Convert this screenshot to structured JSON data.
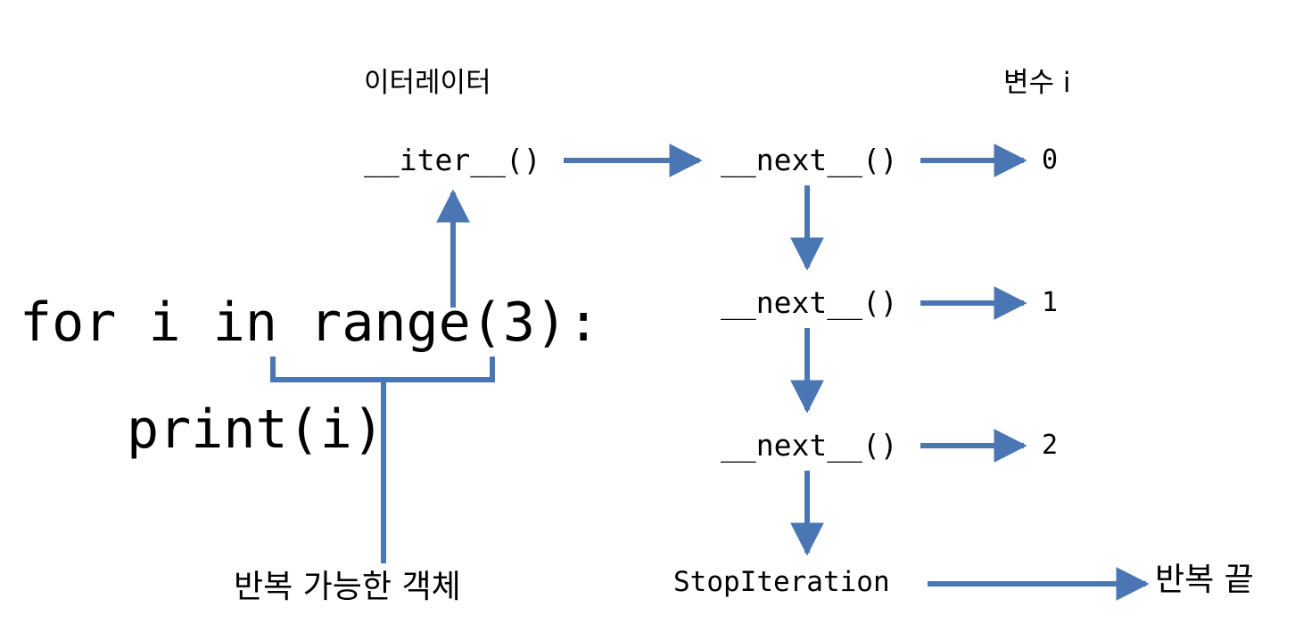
{
  "diagram": {
    "title": "Python for-loop iterator protocol diagram",
    "background_color": "#ffffff",
    "arrow_color": "#4a77b4",
    "text_color": "#000000",
    "headers": {
      "iterator": "이터레이터",
      "variable_i": "변수 i"
    },
    "code": {
      "line1": "for i in range(3):",
      "line2": "    print(i)",
      "line2_text": "print(i)",
      "iterable_caption": "반복 가능한 객체"
    },
    "calls": {
      "iter": "__iter__()",
      "next1": "__next__()",
      "next2": "__next__()",
      "next3": "__next__()",
      "stop": "StopIteration"
    },
    "values": {
      "v0": "0",
      "v1": "1",
      "v2": "2",
      "end": "반복 끝"
    },
    "flow": [
      {
        "from": "반복 가능한 객체",
        "to": "__iter__()",
        "direction": "up"
      },
      {
        "from": "__iter__()",
        "to": "__next__()",
        "direction": "right"
      },
      {
        "from": "__next__()",
        "to": "0",
        "direction": "right"
      },
      {
        "from": "__next__()",
        "to": "__next__()",
        "direction": "down"
      },
      {
        "from": "__next__()",
        "to": "1",
        "direction": "right"
      },
      {
        "from": "__next__()",
        "to": "__next__()",
        "direction": "down"
      },
      {
        "from": "__next__()",
        "to": "2",
        "direction": "right"
      },
      {
        "from": "__next__()",
        "to": "StopIteration",
        "direction": "down"
      },
      {
        "from": "StopIteration",
        "to": "반복 끝",
        "direction": "right"
      }
    ]
  }
}
